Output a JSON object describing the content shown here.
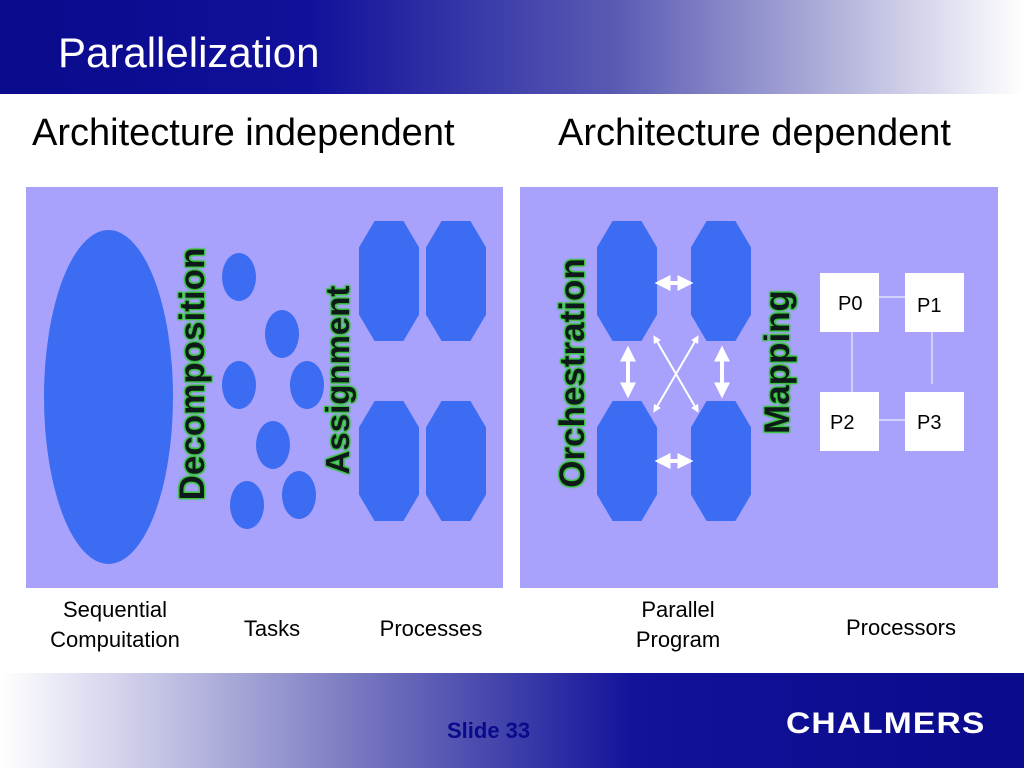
{
  "slide": {
    "title": "Parallelization",
    "left_heading": "Architecture independent",
    "right_heading": "Architecture dependent"
  },
  "diagram": {
    "stages": [
      "Decomposition",
      "Assignment",
      "Orchestration",
      "Mapping"
    ],
    "processors": [
      "P0",
      "P1",
      "P2",
      "P3"
    ],
    "captions": {
      "sequential": [
        "Sequential",
        "Compuitation"
      ],
      "tasks": "Tasks",
      "processes": "Processes",
      "parallel_program": [
        "Parallel",
        "Program"
      ],
      "processors": "Processors"
    },
    "colors": {
      "panel": "#a8a2fc",
      "shape": "#3b6cf2",
      "label_glow": "#3dd23d",
      "header": "#0a0a8c"
    }
  },
  "footer": {
    "slide_label": "Slide 33",
    "logo_text": "CHALMERS"
  }
}
